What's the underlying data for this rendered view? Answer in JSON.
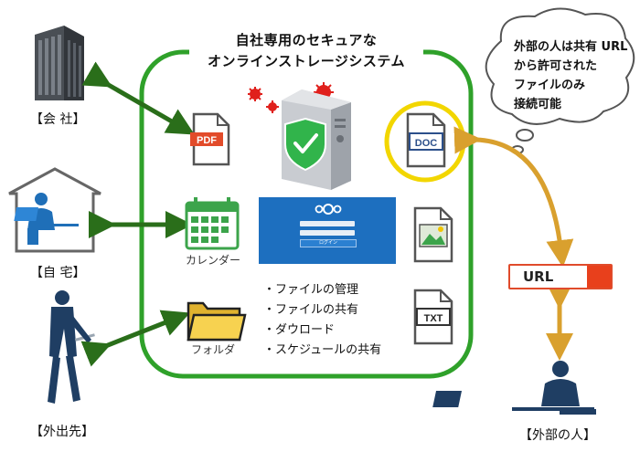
{
  "title": {
    "line1": "自社専用のセキュアな",
    "line2": "オンラインストレージシステム"
  },
  "locations": {
    "company": "【会 社】",
    "home": "【自 宅】",
    "outside": "【外出先】",
    "external": "【外部の人】"
  },
  "file_icons": {
    "pdf": "PDF",
    "doc": "DOC",
    "txt": "TXT"
  },
  "app_icons": {
    "calendar": "カレンダー",
    "folder": "フォルダ"
  },
  "login_screen": {
    "button": "ログイン"
  },
  "features": [
    "・ファイルの管理",
    "・ファイルの共有",
    "・ダウロード",
    "・スケジュールの共有"
  ],
  "cloud_note": [
    "外部の人は共有 URL",
    "から許可された",
    "ファイルのみ",
    "接続可能"
  ],
  "url_box": {
    "label": "URL"
  },
  "colors": {
    "frame_green": "#2fa12a",
    "arrow_dark_green": "#2a6e1a",
    "arrow_gold": "#d9a02e",
    "highlight_yellow": "#f2d600",
    "url_red": "#e8401c",
    "server_grey": "#b8bcc2",
    "shield_green": "#31b44b",
    "virus_red": "#e0201c",
    "person_navy": "#1f3e63"
  },
  "icons": [
    "office-building-icon",
    "house-icon",
    "laptop-user-icon",
    "businessman-walking-icon",
    "server-icon",
    "shield-check-icon",
    "virus-icon",
    "pdf-file-icon",
    "doc-file-icon",
    "image-file-icon",
    "txt-file-icon",
    "calendar-icon",
    "folder-icon",
    "external-user-laptop-icon",
    "thought-cloud-icon"
  ]
}
